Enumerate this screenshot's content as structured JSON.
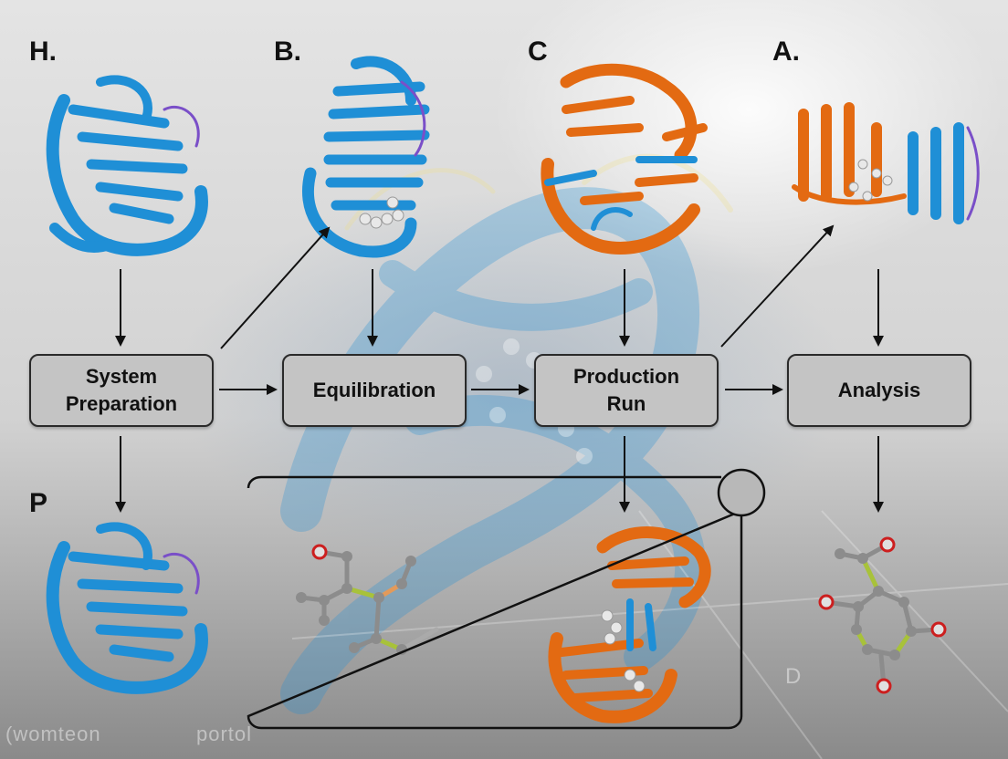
{
  "panels": {
    "h": "H.",
    "b": "B.",
    "c": "C",
    "a": "A.",
    "p": "P"
  },
  "steps": {
    "system_preparation": "System\nPreparation",
    "equilibration": "Equilibration",
    "production_run": "Production\nRun",
    "analysis": "Analysis"
  },
  "background_text": {
    "left": "(womteon",
    "middle": "portol",
    "right": "D"
  },
  "colors": {
    "protein_blue": "#1f8fd6",
    "protein_orange": "#e36a12",
    "box_fill": "#c4c4c4",
    "oxygen_red": "#cc1f1f",
    "carbon_gray": "#8c8c8c",
    "bond_green": "#a8c23a"
  }
}
